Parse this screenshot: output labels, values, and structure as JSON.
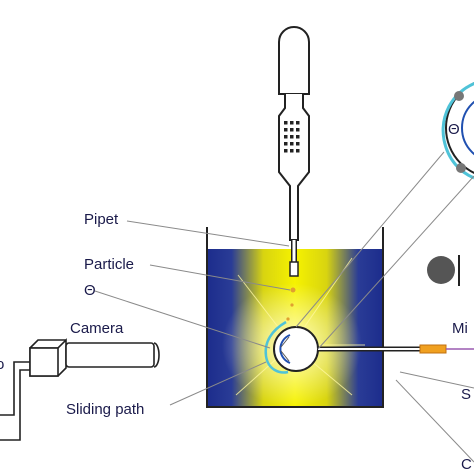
{
  "labels": {
    "pipet": "Pipet",
    "particle": "Particle",
    "theta": "Θ",
    "camera": "Camera",
    "sliding_path": "Sliding path",
    "inset_theta": "Θ",
    "right_mi": "Mi",
    "right_s": "S",
    "right_c": "C",
    "left_cut": "o"
  },
  "colors": {
    "liquid_blue": "#1c2c8c",
    "liquid_yellow": "#f4f000",
    "path_cyan": "#4fc3d8",
    "label_text": "#1a1a4a",
    "leader_line": "#8a8a8a",
    "capillary_orange": "#f0a020",
    "particle_orange": "#e0a030"
  }
}
